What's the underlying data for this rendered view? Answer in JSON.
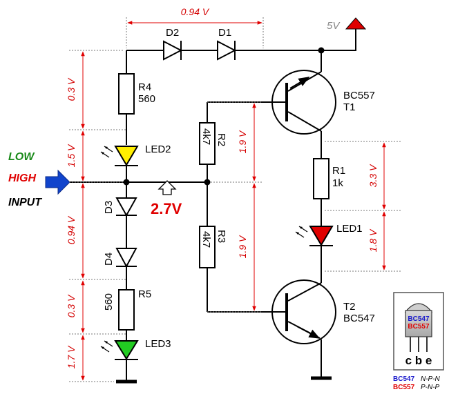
{
  "labels": {
    "top_voltage": "0.94 V",
    "supply": "5V",
    "d2": "D2",
    "d1": "D1",
    "r4_name": "R4",
    "r4_value": "560",
    "t1_type": "BC557",
    "t1_name": "T1",
    "r2_name": "R2",
    "r2_value": "4k7",
    "led2": "LED2",
    "r1_name": "R1",
    "r1_value": "1k",
    "d3": "D3",
    "node_voltage": "2.7V",
    "r3_name": "R3",
    "r3_value": "4k7",
    "led1": "LED1",
    "d4": "D4",
    "r5_value": "560",
    "r5_name": "R5",
    "t2_name": "T2",
    "t2_type": "BC547",
    "led3": "LED3"
  },
  "input": {
    "low": "LOW",
    "high": "HIGH",
    "input": "INPUT"
  },
  "measurements": {
    "left": [
      "0.3 V",
      "1.5 V",
      "0.94 V",
      "0.3 V",
      "1.7 V"
    ],
    "middle": [
      "1.9 V",
      "1.9 V"
    ],
    "right": [
      "3.3 V",
      "1.8 V"
    ]
  },
  "pinout": {
    "chip_label_1": "BC547",
    "chip_label_2": "BC557",
    "pins": "c b e",
    "legend_1_name": "BC547",
    "legend_1_type": "N-P-N",
    "legend_2_name": "BC557",
    "legend_2_type": "P-N-P"
  },
  "colors": {
    "low": "#1a8a1a",
    "high": "#e00000",
    "npn": "#1a1acc",
    "pnp": "#e00000",
    "led_yellow": "#ffee00",
    "led_red": "#e00000",
    "led_green": "#22cc22",
    "arrow_blue": "#1144cc"
  }
}
